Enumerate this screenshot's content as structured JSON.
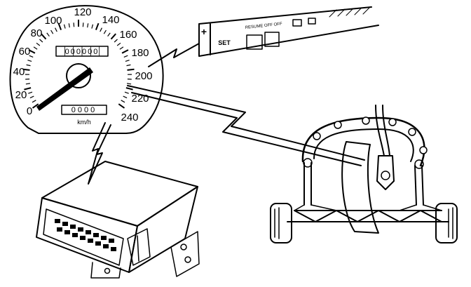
{
  "speedometer": {
    "scale_labels": [
      "0",
      "20",
      "40",
      "60",
      "80",
      "100",
      "120",
      "140",
      "160",
      "180",
      "200",
      "220",
      "240"
    ],
    "unit": "km/h",
    "odometer_digits": "000000",
    "trip_digits": "0000"
  },
  "control_switch": {
    "plus_label": "+",
    "set_label": "SET",
    "state_labels": "RESUME OFF OFF"
  },
  "colors": {
    "line": "#000000",
    "background": "#ffffff"
  }
}
